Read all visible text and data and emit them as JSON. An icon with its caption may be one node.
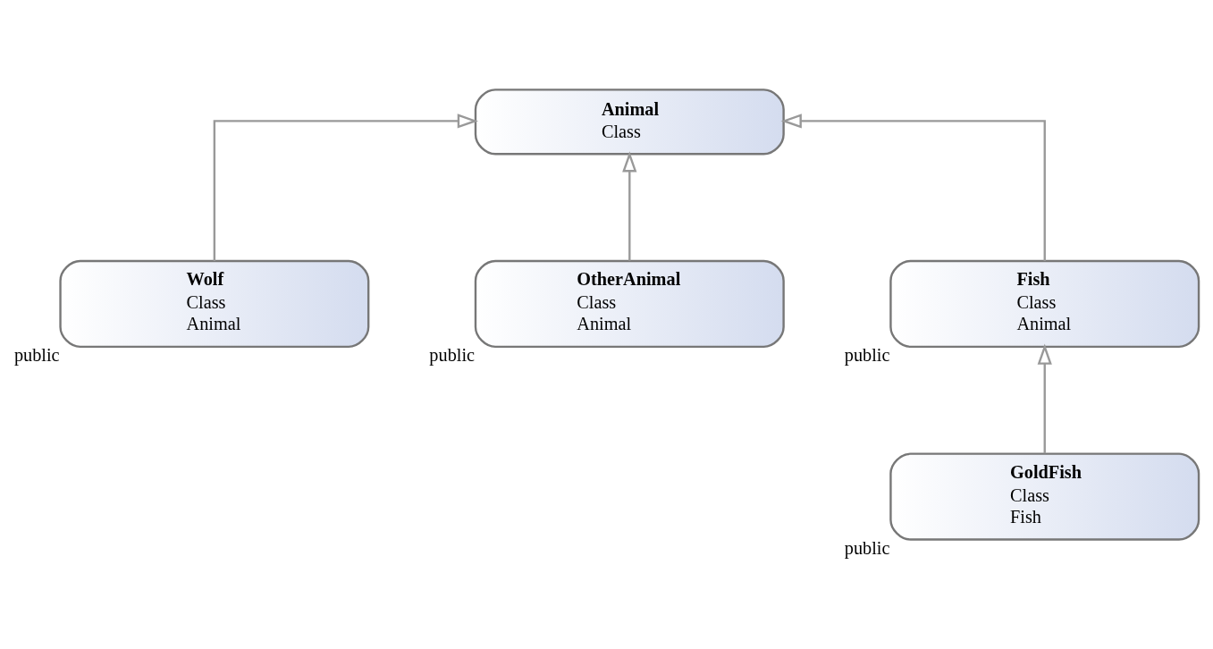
{
  "diagram": {
    "nodes": [
      {
        "text": [
          "Animal",
          "Class"
        ]
      },
      {
        "text": [
          "Wolf",
          "Class",
          "Animal"
        ],
        "beside": [
          "public"
        ]
      },
      {
        "text": [
          "OtherAnimal",
          "Class",
          "Animal"
        ],
        "beside": [
          "public"
        ]
      },
      {
        "text": [
          "Fish",
          "Class",
          "Animal"
        ],
        "beside": [
          "public"
        ]
      },
      {
        "text": [
          "GoldFish",
          "Class",
          "Fish"
        ],
        "beside": [
          "public"
        ]
      }
    ],
    "edges": [
      {
        "from": 1,
        "to": 0,
        "arrow": "to"
      },
      {
        "from": 2,
        "to": 0,
        "arrow": "to"
      },
      {
        "from": 3,
        "to": 0,
        "arrow": "to"
      },
      {
        "from": 4,
        "to": 3,
        "arrow": "to"
      }
    ]
  }
}
